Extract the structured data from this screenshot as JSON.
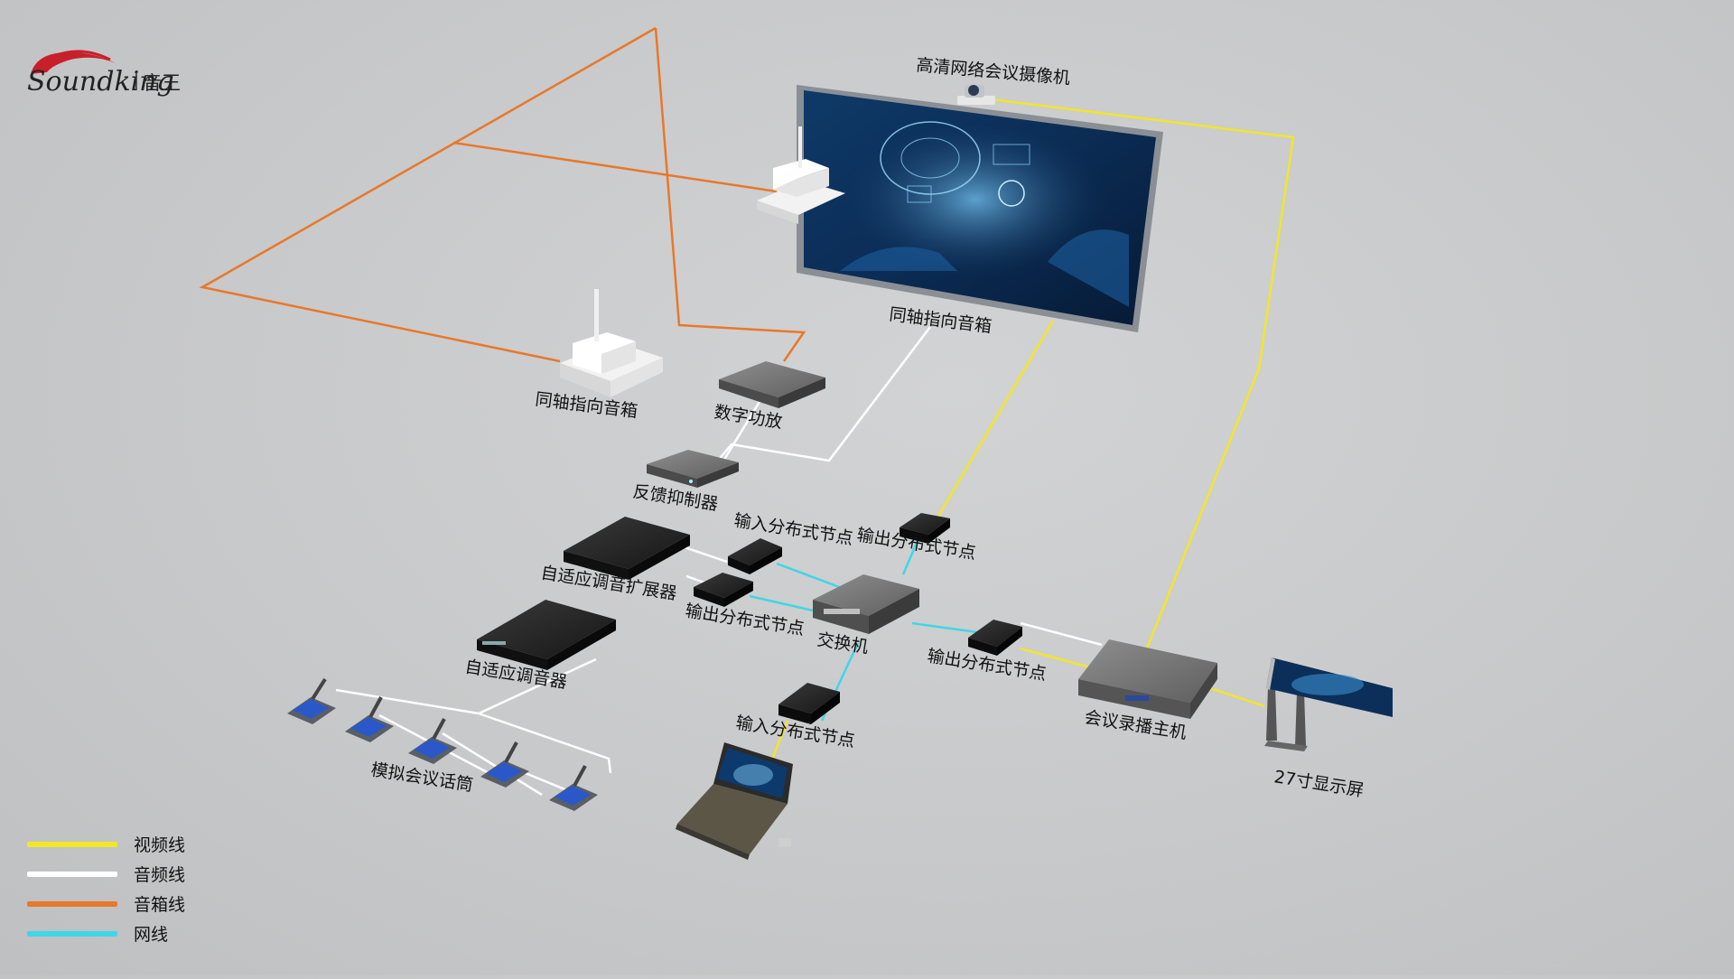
{
  "brand": {
    "name_en": "Soundking",
    "name_cn": "音王"
  },
  "colors": {
    "video": "#f2e62a",
    "audio": "#ffffff",
    "speaker": "#e8782a",
    "network": "#3fd6e6"
  },
  "labels": {
    "camera": "高清网络会议摄像机",
    "speaker_wall": "同轴指向音箱",
    "speaker_floor": "同轴指向音箱",
    "amplifier": "数字功放",
    "feedback": "反馈抑制器",
    "extender": "自适应调音扩展器",
    "mixer": "自适应调音器",
    "mics": "模拟会议话筒",
    "in_node_top": "输入分布式节点",
    "out_node_top": "输出分布式节点",
    "out_node_left": "输出分布式节点",
    "switch": "交换机",
    "out_node_right": "输出分布式节点",
    "in_node_bottom": "输入分布式节点",
    "recorder": "会议录播主机",
    "monitor": "27寸显示屏"
  },
  "legend": [
    {
      "label": "视频线",
      "color": "#f2e62a"
    },
    {
      "label": "音频线",
      "color": "#ffffff"
    },
    {
      "label": "音箱线",
      "color": "#e8782a"
    },
    {
      "label": "网线",
      "color": "#3fd6e6"
    }
  ]
}
